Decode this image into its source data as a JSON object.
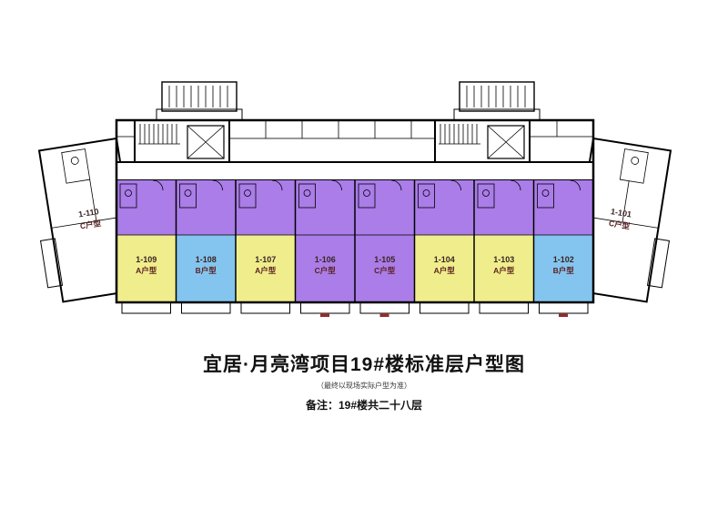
{
  "title": "宜居·月亮湾项目19#楼标准层户型图",
  "subtitle": "（最终以现场实际户型为准）",
  "note": "备注：19#楼共二十八层",
  "colors": {
    "type_a": "#f0ee8c",
    "type_b": "#84c5ef",
    "type_c": "#aa7de8",
    "wall": "#000000",
    "accent": "#8c2f2f"
  },
  "units": [
    {
      "id": "1-110",
      "type": "C户型",
      "color": "#aa7de8"
    },
    {
      "id": "1-109",
      "type": "A户型",
      "color": "#f0ee8c"
    },
    {
      "id": "1-108",
      "type": "B户型",
      "color": "#84c5ef"
    },
    {
      "id": "1-107",
      "type": "A户型",
      "color": "#f0ee8c"
    },
    {
      "id": "1-106",
      "type": "C户型",
      "color": "#aa7de8"
    },
    {
      "id": "1-105",
      "type": "C户型",
      "color": "#aa7de8"
    },
    {
      "id": "1-104",
      "type": "A户型",
      "color": "#f0ee8c"
    },
    {
      "id": "1-103",
      "type": "A户型",
      "color": "#f0ee8c"
    },
    {
      "id": "1-102",
      "type": "B户型",
      "color": "#84c5ef"
    },
    {
      "id": "1-101",
      "type": "C户型",
      "color": "#aa7de8"
    }
  ]
}
